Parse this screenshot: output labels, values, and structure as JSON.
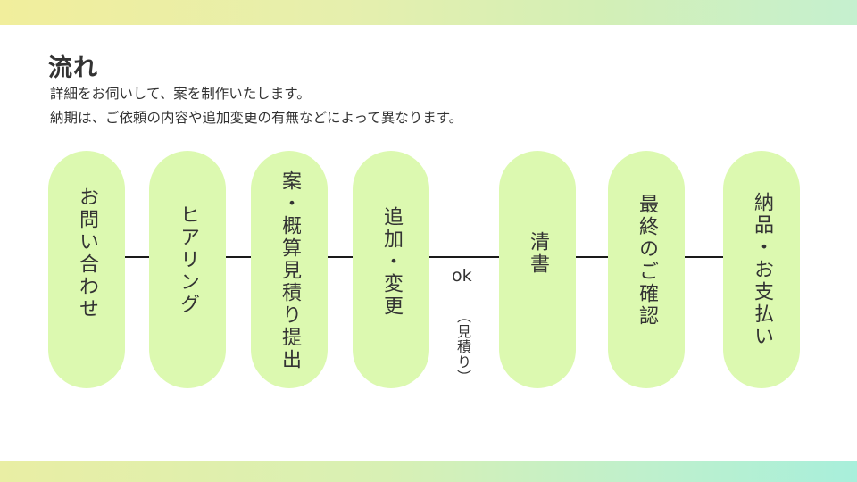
{
  "slide": {
    "title": "流れ",
    "description_line1": "詳細をお伺いして、案を制作いたします。",
    "description_line2": "納期は、ご依頼の内容や追加変更の有無などによって異なります。"
  },
  "flow": {
    "steps": [
      {
        "label": "お問い合わせ"
      },
      {
        "label": "ヒアリング"
      },
      {
        "label": "案・概算見積り提出"
      },
      {
        "label": "追加・変更"
      },
      {
        "label": "清書"
      },
      {
        "label": "最終のご確認"
      },
      {
        "label": "納品・お支払い"
      }
    ],
    "ok_label": "ok",
    "ok_note": "（見積り）"
  },
  "colors": {
    "pill_fill": "#dcf9b0",
    "connector": "#1a1a1a"
  }
}
